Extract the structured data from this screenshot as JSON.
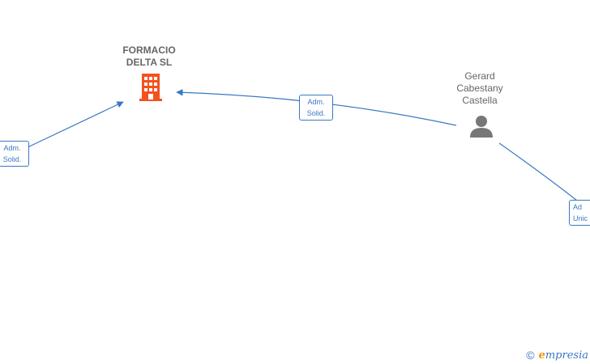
{
  "nodes": {
    "company": {
      "line1": "FORMACIO",
      "line2": "DELTA  SL",
      "icon": "building-icon",
      "color": "#f4511e"
    },
    "person": {
      "line1": "Gerard",
      "line2": "Cabestany",
      "line3": "Castella",
      "icon": "person-icon",
      "color": "#777777"
    }
  },
  "edges": [
    {
      "label_line1": "Adm.",
      "label_line2": "Solid."
    },
    {
      "label_line1": "Adm.",
      "label_line2": "Solid."
    },
    {
      "label_line1": "Ad",
      "label_line2": "Unic"
    }
  ],
  "colors": {
    "edge": "#3a78c2",
    "label_text": "#666666"
  },
  "watermark": {
    "symbol": "©",
    "brand_initial": "e",
    "brand_rest": "mpresia"
  }
}
